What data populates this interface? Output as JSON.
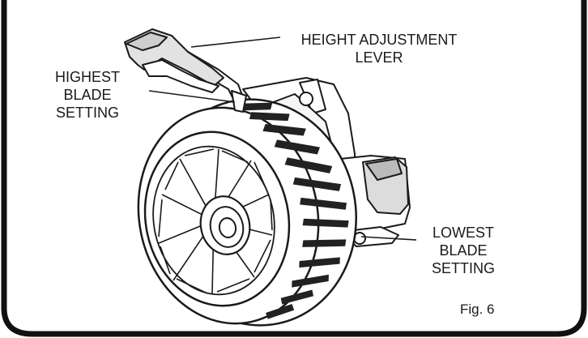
{
  "figure": {
    "label": "Fig. 6",
    "callouts": {
      "height_adjustment": [
        "HEIGHT ADJUSTMENT",
        "LEVER"
      ],
      "highest": [
        "HIGHEST",
        "BLADE",
        "SETTING"
      ],
      "lowest": [
        "LOWEST",
        "BLADE",
        "SETTING"
      ]
    }
  },
  "colors": {
    "frame": "#111111",
    "ink": "#1a1a1a",
    "tread": "#222222",
    "paper": "#ffffff"
  }
}
